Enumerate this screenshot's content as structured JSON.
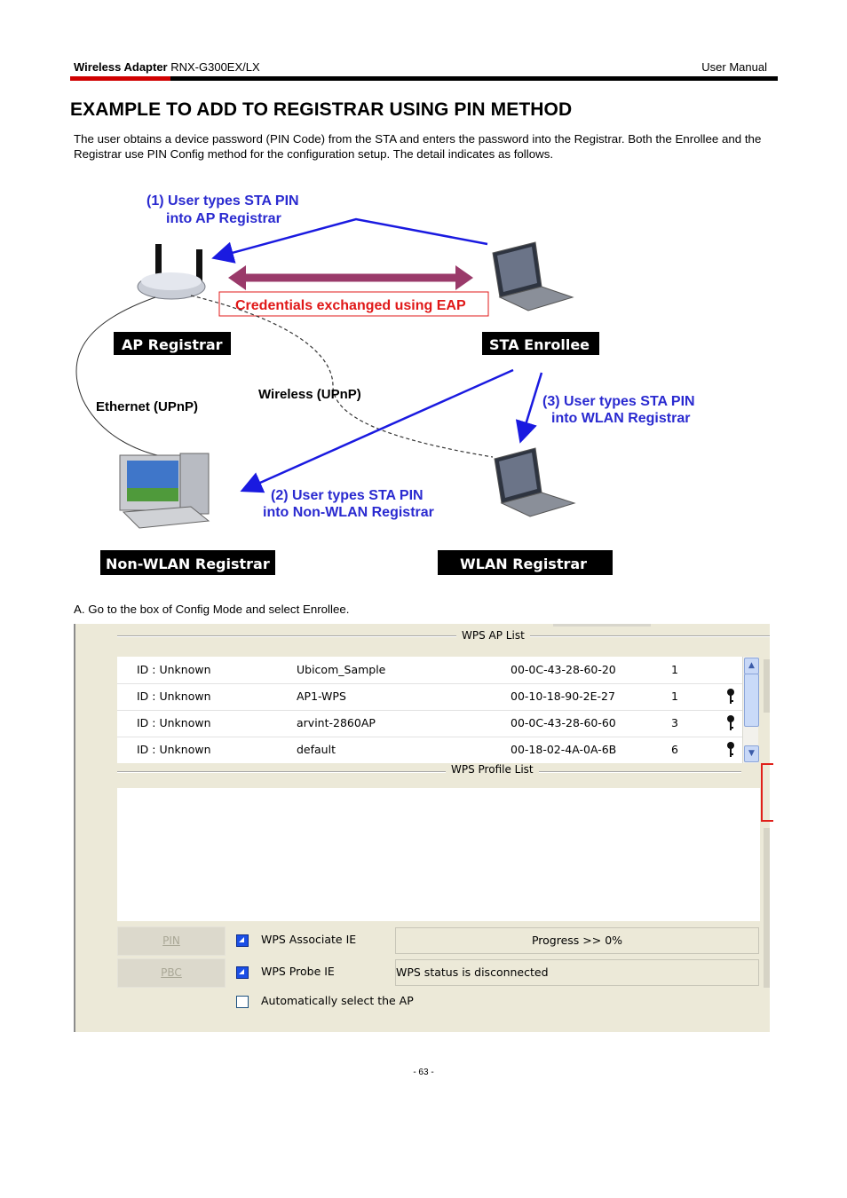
{
  "header": {
    "product_bold": "Wireless Adapter",
    "product_model": " RNX-G300EX/LX",
    "doc_type": "User Manual"
  },
  "section_title": "EXAMPLE TO ADD TO REGISTRAR USING PIN METHOD",
  "intro_text": "The user obtains a device password (PIN Code) from the STA and enters the password into the Registrar. Both the Enrollee and the Registrar use PIN Config method for the configuration setup. The detail indicates as follows.",
  "diagram": {
    "step1_line1": "(1) User types STA PIN",
    "step1_line2": "into AP Registrar",
    "credentials": "Credentials exchanged using EAP",
    "ap_registrar": "AP Registrar",
    "sta_enrollee": "STA Enrollee",
    "wireless_upnp": "Wireless (UPnP)",
    "ethernet_upnp": "Ethernet (UPnP)",
    "step3_line1": "(3) User types STA PIN",
    "step3_line2": "into WLAN Registrar",
    "step2_line1": "(2) User types STA PIN",
    "step2_line2": "into Non-WLAN Registrar",
    "non_wlan_registrar": "Non-WLAN Registrar",
    "wlan_registrar": "WLAN Registrar",
    "colors": {
      "label_blue": "#2a2ad0",
      "arrow_blue": "#1a1ae0",
      "credentials_red": "#e01818",
      "credentials_arrow": "#9a3a6a"
    }
  },
  "step_a": "A. Go to the box of Config Mode and select Enrollee.",
  "wps": {
    "ap_list_label": "WPS AP List",
    "profile_list_label": "WPS Profile List",
    "ap_rows": [
      {
        "id": "ID : Unknown",
        "ssid": "Ubicom_Sample",
        "bssid": "00-0C-43-28-60-20",
        "channel": "1"
      },
      {
        "id": "ID : Unknown",
        "ssid": "AP1-WPS",
        "bssid": "00-10-18-90-2E-27",
        "channel": "1"
      },
      {
        "id": "ID : Unknown",
        "ssid": "arvint-2860AP",
        "bssid": "00-0C-43-28-60-60",
        "channel": "3"
      },
      {
        "id": "ID : Unknown",
        "ssid": "default",
        "bssid": "00-18-02-4A-0A-6B",
        "channel": "6"
      }
    ],
    "pin_button": "PIN",
    "pbc_button": "PBC",
    "associate_ie": "WPS Associate IE",
    "probe_ie": "WPS Probe IE",
    "auto_select": "Automatically select the AP",
    "progress": "Progress >> 0%",
    "status": "WPS status is disconnected",
    "icons": {
      "scroll_up": "chevron-up-icon",
      "scroll_down": "chevron-down-icon",
      "key": "key-icon"
    }
  },
  "page_number": "- 63 -"
}
